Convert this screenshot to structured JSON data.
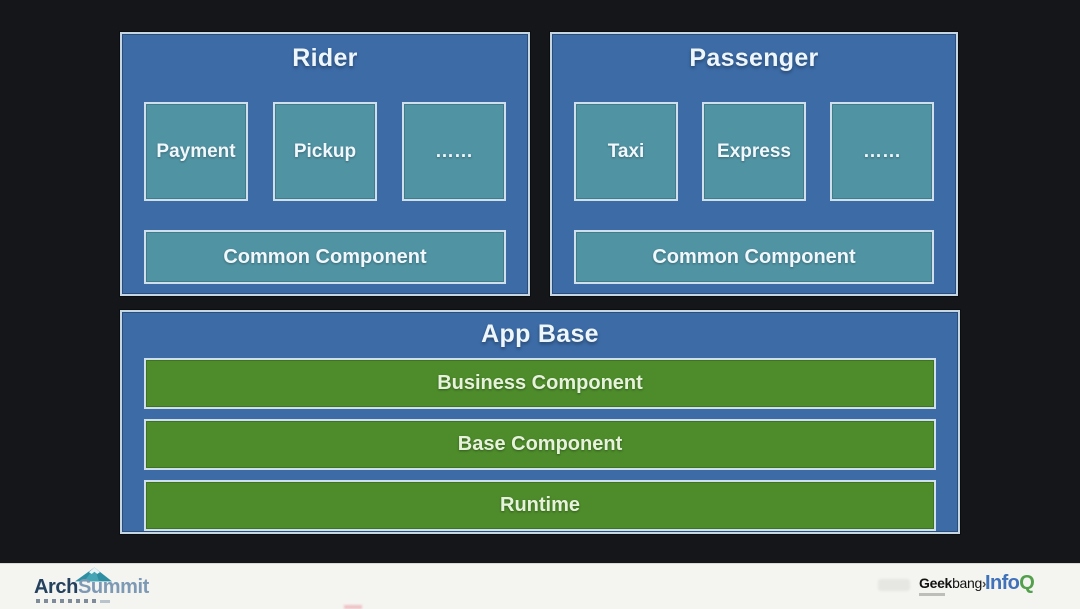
{
  "slide": {
    "rider": {
      "title": "Rider",
      "modules": [
        "Payment",
        "Pickup",
        "……"
      ],
      "common_label": "Common Component"
    },
    "passenger": {
      "title": "Passenger",
      "modules": [
        "Taxi",
        "Express",
        "……"
      ],
      "common_label": "Common Component"
    },
    "app_base": {
      "title": "App Base",
      "layers": [
        "Business Component",
        "Base Component",
        "Runtime"
      ]
    }
  },
  "footer": {
    "archsummit_logo": {
      "text_primary": "Arch",
      "text_secondary": "Summit"
    },
    "geekbang_logo": {
      "text_bold": "Geek",
      "text_regular": "bang",
      "arrow": "›"
    },
    "infoq_logo": {
      "text_blue": "Info",
      "text_green": "Q"
    }
  },
  "colors": {
    "background": "#141619",
    "panel_blue": "#3c6ba6",
    "module_teal": "#5093a3",
    "layer_green": "#4d8b2b",
    "border_light": "#cfe0ec",
    "footer_background": "#f4f4f1",
    "infoq_blue": "#3f72b9",
    "infoq_green": "#53a04c"
  }
}
